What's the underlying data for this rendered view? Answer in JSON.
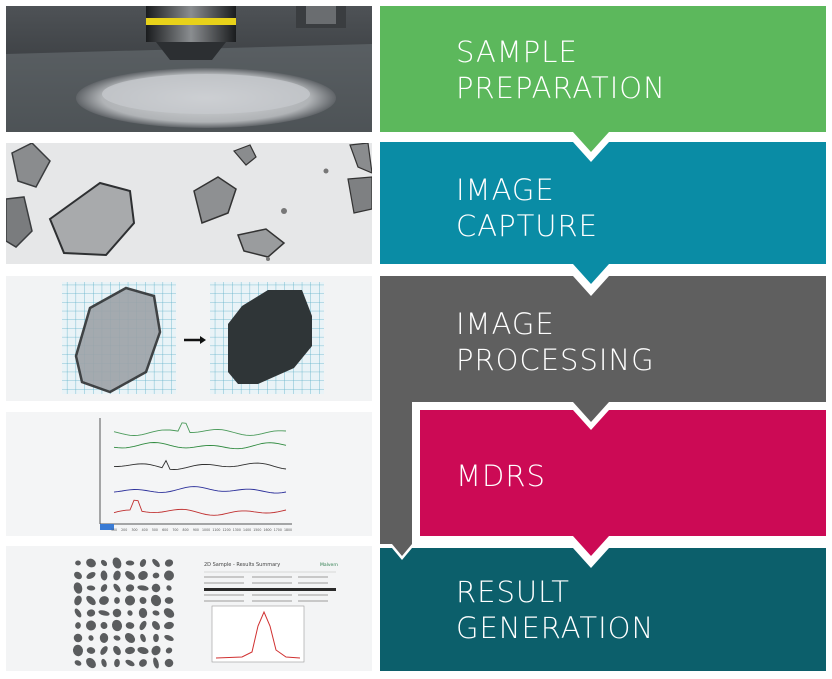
{
  "colors": {
    "sample_preparation": "#5cb85c",
    "image_capture": "#0a8ca5",
    "image_processing": "#5f5f5f",
    "mdrs": "#cc0a55",
    "result_generation": "#0c5f6b"
  },
  "steps": [
    {
      "id": "sample-preparation",
      "line1": "SAMPLE",
      "line2": "PREPARATION"
    },
    {
      "id": "image-capture",
      "line1": "IMAGE",
      "line2": "CAPTURE"
    },
    {
      "id": "image-processing",
      "line1": "IMAGE",
      "line2": "PROCESSING"
    },
    {
      "id": "mdrs",
      "line1": "MDRS",
      "line2": ""
    },
    {
      "id": "result-generation",
      "line1": "RESULT",
      "line2": "GENERATION"
    }
  ],
  "spectra": {
    "x_ticks": [
      "100",
      "200",
      "300",
      "400",
      "500",
      "600",
      "700",
      "800",
      "900",
      "1000",
      "1100",
      "1200",
      "1300",
      "1400",
      "1500",
      "1600",
      "1700",
      "1800"
    ],
    "colors": [
      "#4a9a5a",
      "#2f8a3f",
      "#303030",
      "#2b2f9a",
      "#c03030"
    ]
  },
  "report": {
    "title": "2D Sample - Results Summary",
    "brand": "Malvern"
  }
}
